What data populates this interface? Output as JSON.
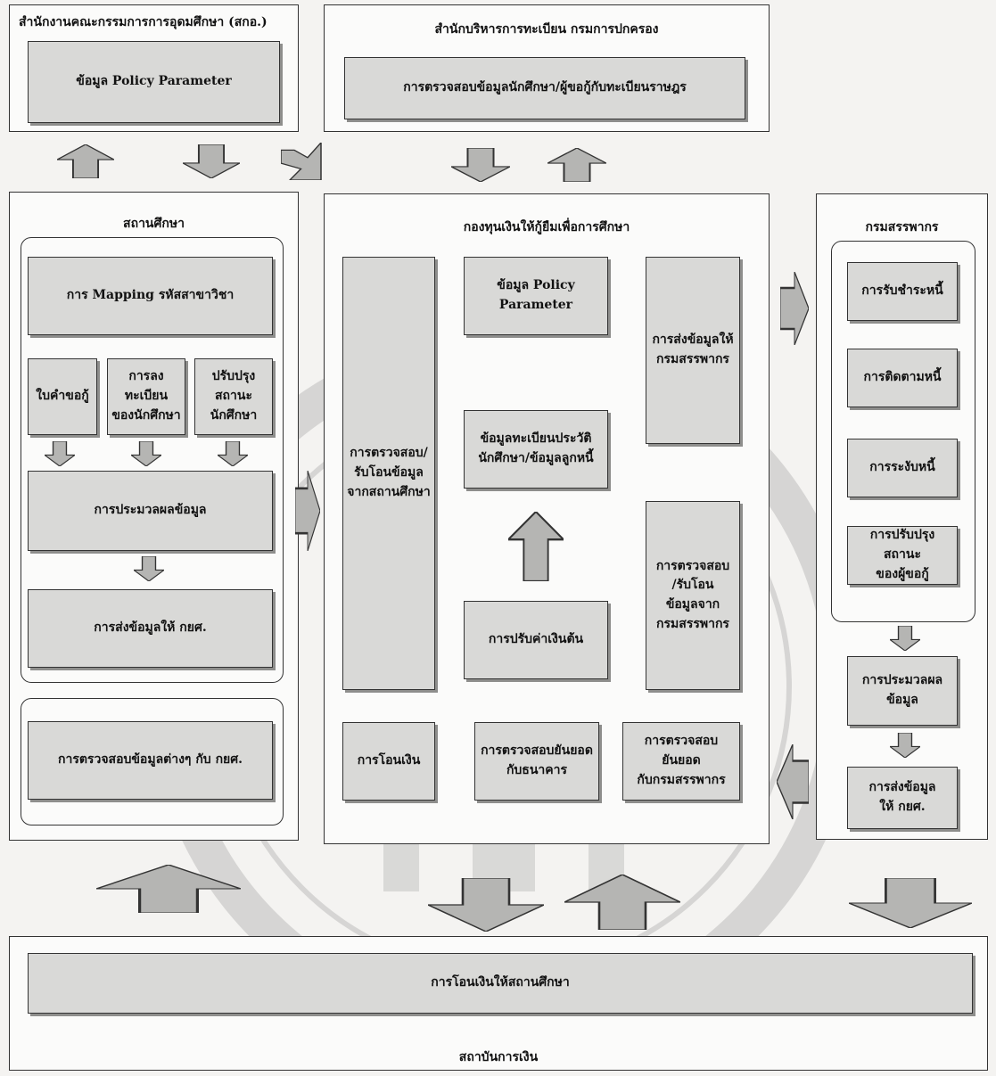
{
  "panels": {
    "ohec": {
      "title": "สำนักงานคณะกรรมการการอุดมศึกษา (สกอ.)",
      "box": "ข้อมูล Policy Parameter"
    },
    "registration": {
      "title": "สำนักบริหารการทะเบียน กรมการปกครอง",
      "box": "การตรวจสอบข้อมูลนักศึกษา/ผู้ขอกู้กับทะเบียนราษฎร"
    },
    "school": {
      "title": "สถานศึกษา",
      "mapping": "การ Mapping รหัสสาขาวิชา",
      "application": "ใบคำขอกู้",
      "enrollment": "การลง\nทะเบียน\nของนักศึกษา",
      "status_update": "ปรับปรุง\nสถานะ\nนักศึกษา",
      "processing": "การประมวลผลข้อมูล",
      "send": "การส่งข้อมูลให้ กยศ.",
      "verify": "การตรวจสอบข้อมูลต่างๆ กับ กยศ."
    },
    "fund": {
      "title": "กองทุนเงินให้กู้ยืมเพื่อการศึกษา",
      "receive_school": "การตรวจสอบ/\nรับโอนข้อมูล\nจากสถานศึกษา",
      "policy": "ข้อมูล Policy Parameter",
      "send_revenue": "การส่งข้อมูลให้\nกรมสรรพากร",
      "history": "ข้อมูลทะเบียนประวัติ\nนักศึกษา/ข้อมูลลูกหนี้",
      "receive_revenue": "การตรวจสอบ\n/รับโอน\nข้อมูลจาก\nกรมสรรพากร",
      "adjust": "การปรับค่าเงินต้น",
      "transfer": "การโอนเงิน",
      "reconcile_bank": "การตรวจสอบยันยอด\nกับธนาคาร",
      "reconcile_revenue": "การตรวจสอบ\nยันยอด\nกับกรมสรรพากร"
    },
    "revenue": {
      "title": "กรมสรรพากร",
      "receive_payment": "การรับชำระหนี้",
      "follow_up": "การติดตามหนี้",
      "suspend": "การระงับหนี้",
      "borrower_status": "การปรับปรุงสถานะ\nของผู้ขอกู้",
      "processing": "การประมวลผล\nข้อมูล",
      "send": "การส่งข้อมูล\nให้ กยศ."
    },
    "bank": {
      "box": "การโอนเงินให้สถานศึกษา",
      "title": "สถาบันการเงิน"
    }
  },
  "colors": {
    "box_fill": "#d9d9d7",
    "arrow_fill": "#b5b5b3",
    "border": "#333333"
  }
}
